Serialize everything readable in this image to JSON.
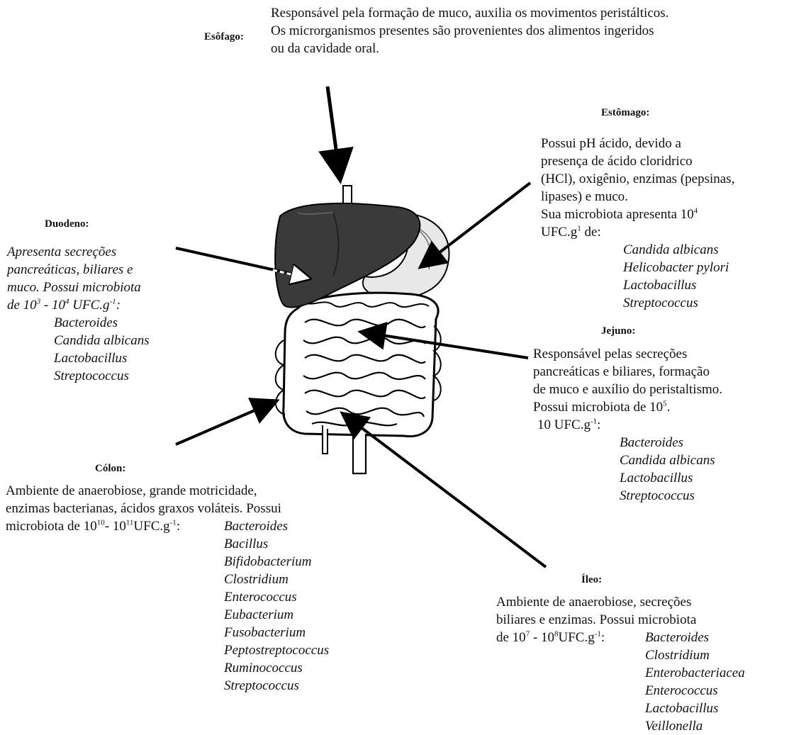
{
  "esofago": {
    "title": "Esôfago:",
    "lines": [
      "Responsável pela formação de muco, auxilia os movimentos peristálticos.",
      "Os microrganismos presentes são provenientes dos alimentos ingeridos",
      "ou da cavidade oral."
    ]
  },
  "estomago": {
    "title": "Estômago:",
    "lines": [
      "Possui pH ácido, devido a",
      "presença de ácido cloridrico",
      "(HCl), oxigênio, enzimas (pepsinas,",
      "lipases) e muco."
    ],
    "micro_line": "Sua microbiota apresenta 10",
    "micro_exp": "4",
    "ufc_prefix": "UFC.g",
    "ufc_exp": "1",
    "ufc_suffix": " de:",
    "organisms": [
      "Candida albicans",
      "Helicobacter pylori",
      "Lactobacillus",
      "Streptococcus"
    ]
  },
  "duodeno": {
    "title": "Duodeno:",
    "lines": [
      "Apresenta secreções",
      "pancreáticas, biliares e",
      "muco. Possui microbiota"
    ],
    "range_a": "de 10",
    "exp_a": "3",
    "range_b": " - 10",
    "exp_b": "4",
    "range_c": " UFC.g",
    "exp_c": "-1",
    "range_d": ":",
    "organisms": [
      "Bacteroides",
      "Candida albicans",
      "Lactobacillus",
      "Streptococcus"
    ]
  },
  "jejuno": {
    "title": "Jejuno:",
    "lines": [
      "Responsável pelas secreções",
      "pancreáticas e biliares, formação",
      "de muco e auxílio do peristaltismo."
    ],
    "micro_a": "Possui microbiota de 10",
    "micro_exp": "5",
    "micro_b": ".",
    "ufc_a": "10  UFC.g",
    "ufc_exp": "-1",
    "ufc_b": ":",
    "organisms": [
      "Bacteroides",
      "Candida albicans",
      "Lactobacillus",
      "Streptococcus"
    ]
  },
  "colon": {
    "title": "Cólon:",
    "lines": [
      "Ambiente de anaerobiose, grande motricidade,",
      "enzimas bacterianas, ácidos graxos voláteis. Possui"
    ],
    "micro_a": "microbiota de 10",
    "exp_a": "10",
    "micro_b": "- 10",
    "exp_b": "11",
    "micro_c": "UFC.g",
    "exp_c": "-1",
    "micro_d": ":",
    "organisms": [
      "Bacteroides",
      "Bacillus",
      "Bifidobacterium",
      "Clostridium",
      "Enterococcus",
      "Eubacterium",
      "Fusobacterium",
      "Peptostreptococcus",
      "Ruminococcus",
      "Streptococcus"
    ]
  },
  "ileo": {
    "title": "Íleo:",
    "lines": [
      "Ambiente de anaerobiose, secreções",
      "biliares e enzimas. Possui microbiota"
    ],
    "micro_a": "de 10",
    "exp_a": "7",
    "micro_b": " - 10",
    "exp_b": "8",
    "micro_c": "UFC.g",
    "exp_c": "-1",
    "micro_d": ":",
    "organisms": [
      "Bacteroides",
      "Clostridium",
      "Enterobacteriacea",
      "Enterococcus",
      "Lactobacillus",
      "Veillonella"
    ]
  }
}
